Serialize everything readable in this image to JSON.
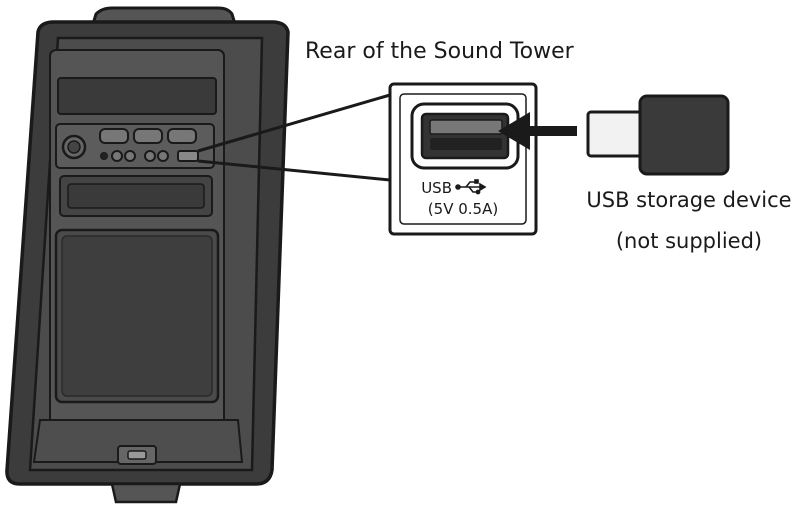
{
  "diagram": {
    "title": "Rear of the Sound Tower",
    "port": {
      "name": "USB",
      "rating": "(5V 0.5A)"
    },
    "device": {
      "name": "USB storage device",
      "note": "(not supplied)"
    },
    "icons": [
      "usb-symbol-icon",
      "insert-arrow-icon",
      "power-button-icon"
    ],
    "colors": {
      "body_dark": "#3a3a3a",
      "body_mid": "#5a5a5a",
      "panel": "#4a4a4a",
      "outline": "#1a1a1a",
      "connector_metal": "#f2f2f2",
      "callout_box": "#ffffff"
    }
  }
}
